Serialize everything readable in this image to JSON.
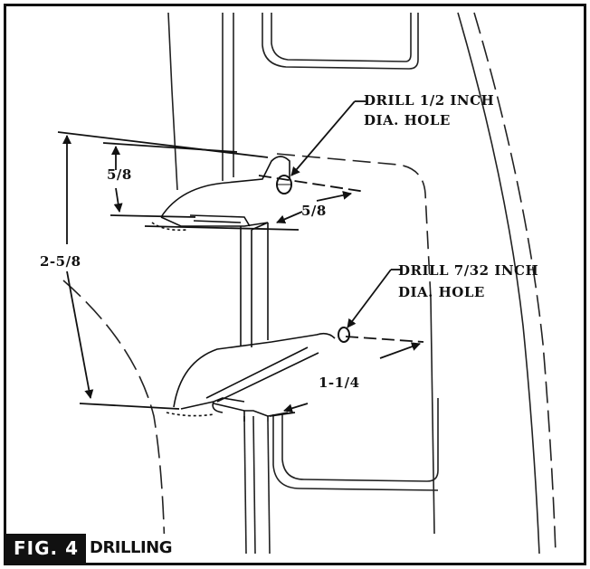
{
  "figure": {
    "number_label": "FIG. 4",
    "title": "DRILLING"
  },
  "callouts": {
    "top_hole": {
      "line1": "DRILL 1/2 INCH",
      "line2": "DIA. HOLE"
    },
    "bottom_hole": {
      "line1": "DRILL 7/32 INCH",
      "line2": "DIA. HOLE"
    }
  },
  "dimensions": {
    "overall_height": "2-5/8",
    "upper_bracket_height": "5/8",
    "upper_hole_offset": "5/8",
    "lower_hole_offset": "1-1/4"
  }
}
